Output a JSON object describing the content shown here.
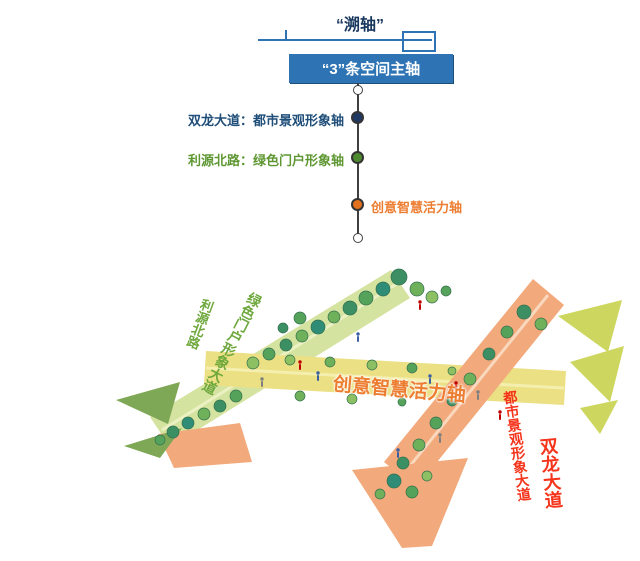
{
  "header": {
    "quote_title": "“溯轴”",
    "box_title": "“3”条空间主轴"
  },
  "timeline": {
    "items": [
      {
        "label": "双龙大道：都市景观形象轴",
        "color": "#1F4E79",
        "dot_color": "#1F3864"
      },
      {
        "label": "利源北路：绿色门户形象轴",
        "color": "#5E9732",
        "dot_color": "#4E8A2F"
      },
      {
        "label": "创意智慧活力轴",
        "color": "#ED7D31",
        "dot_color": "#E2711D"
      }
    ]
  },
  "illustration": {
    "labels": {
      "green_avenue": "绿色门户形象大道",
      "liyuan_road": "利源北路",
      "creative_axis": "创意智慧活力轴",
      "urban_avenue": "都市景观形象大道",
      "shuanglong_avenue": "双龙大道"
    },
    "colors": {
      "band_green": "#D5E3A0",
      "band_yellow": "#EBE083",
      "band_orange": "#F2A97B",
      "label_green": "#6EA83C",
      "label_orange": "#ED7D31",
      "label_red": "#F5341C"
    }
  },
  "colors": {
    "title_box_blue": "#2E74B5",
    "title_text_navy": "#17375E"
  }
}
